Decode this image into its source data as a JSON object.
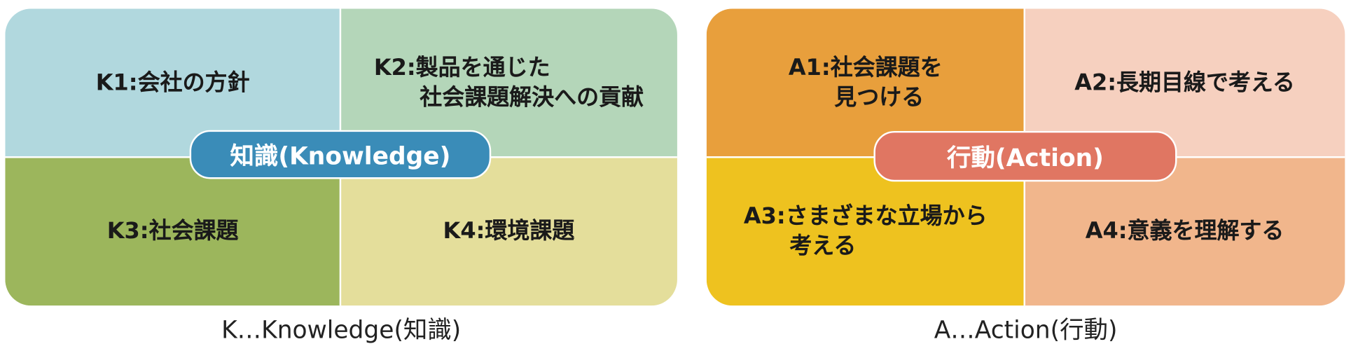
{
  "knowledge": {
    "center_label": "知識(Knowledge)",
    "center_color": "#3a8cb8",
    "caption": "K…Knowledge(知識)",
    "quadrants": [
      {
        "text": "K1:会社の方針",
        "color": "#b1d8de"
      },
      {
        "text": "K2:製品を通じた\n　   社会課題解決への貢献",
        "color": "#b4d6b9"
      },
      {
        "text": "K3:社会課題",
        "color": "#9cb65c"
      },
      {
        "text": "K4:環境課題",
        "color": "#e4de9b"
      }
    ]
  },
  "action": {
    "center_label": "行動(Action)",
    "center_color": "#e07662",
    "caption": "A…Action(行動)",
    "quadrants": [
      {
        "text": "A1:社会課題を\n　   見つける",
        "color": "#e89f3c"
      },
      {
        "text": "A2:長期目線で考える",
        "color": "#f6d0bf"
      },
      {
        "text": "A3:さまざまな立場から\n　   考える",
        "color": "#eec21f"
      },
      {
        "text": "A4:意義を理解する",
        "color": "#f1b68c"
      }
    ]
  }
}
